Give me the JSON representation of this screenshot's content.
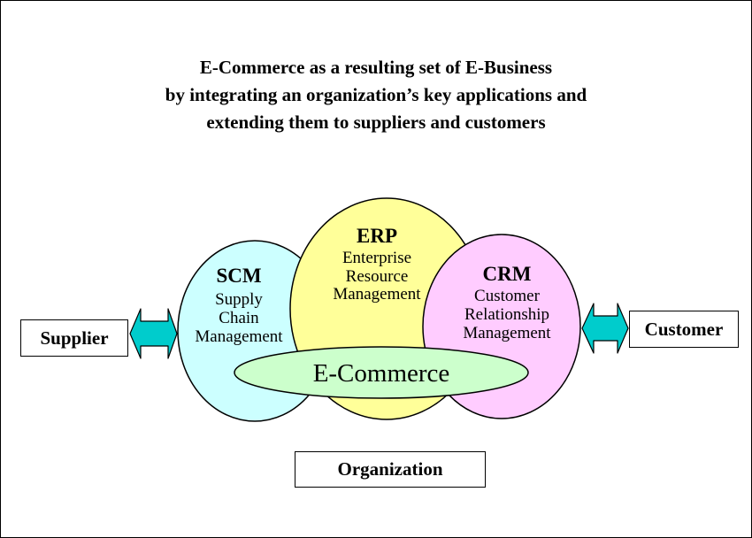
{
  "title": {
    "line1": "E-Commerce as a resulting set of E-Business",
    "line2": "by integrating an organization’s key applications and",
    "line3": "extending them to suppliers and customers"
  },
  "scm": {
    "acronym": "SCM",
    "line1": "Supply",
    "line2": "Chain",
    "line3": "Management"
  },
  "erp": {
    "acronym": "ERP",
    "line1": "Enterprise",
    "line2": "Resource",
    "line3": "Management"
  },
  "crm": {
    "acronym": "CRM",
    "line1": "Customer",
    "line2": "Relationship",
    "line3": "Management"
  },
  "ecommerce": "E-Commerce",
  "supplier": "Supplier",
  "customer": "Customer",
  "organization": "Organization",
  "colors": {
    "scm_fill": "#ccffff",
    "erp_fill": "#ffff99",
    "crm_fill": "#ffccff",
    "ecommerce_fill": "#ccffcc",
    "arrow_fill": "#00cccc"
  }
}
